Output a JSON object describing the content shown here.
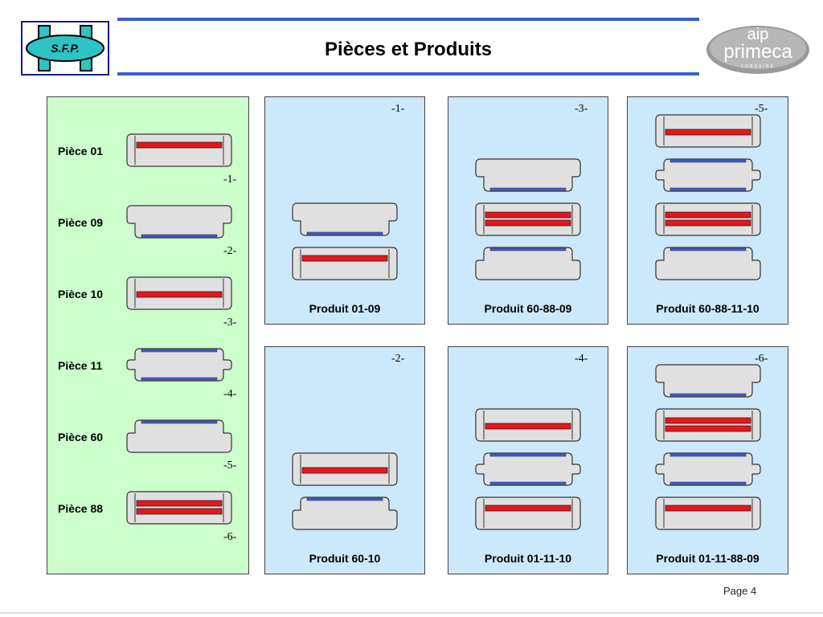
{
  "header": {
    "title": "Pièces et Produits",
    "left_logo_text": "S.F.P.",
    "right_logo_top": "aip",
    "right_logo_mid": "primeca",
    "right_logo_bottom": "LORRAINE"
  },
  "pieces": [
    {
      "label": "Pièce 01",
      "number": "-1-",
      "type": "p01"
    },
    {
      "label": "Pièce 09",
      "number": "-2-",
      "type": "p09"
    },
    {
      "label": "Pièce 10",
      "number": "-3-",
      "type": "p10"
    },
    {
      "label": "Pièce 11",
      "number": "-4-",
      "type": "p11"
    },
    {
      "label": "Pièce 60",
      "number": "-5-",
      "type": "p60"
    },
    {
      "label": "Pièce 88",
      "number": "-6-",
      "type": "p88"
    }
  ],
  "products": [
    {
      "number": "-1-",
      "label": "Produit  01-09",
      "stack": [
        "p09",
        "p01"
      ]
    },
    {
      "number": "-3-",
      "label": "Produit  60-88-09",
      "stack": [
        "p09",
        "p88",
        "p60"
      ]
    },
    {
      "number": "-5-",
      "label": "Produit  60-88-11-10",
      "stack": [
        "p10",
        "p11",
        "p88",
        "p60"
      ]
    },
    {
      "number": "-2-",
      "label": "Produit  60-10",
      "stack": [
        "p10",
        "p60"
      ]
    },
    {
      "number": "-4-",
      "label": "Produit  01-11-10",
      "stack": [
        "p10",
        "p11",
        "p01"
      ]
    },
    {
      "number": "-6-",
      "label": "Produit  01-11-88-09",
      "stack": [
        "p09",
        "p88",
        "p11",
        "p01"
      ]
    }
  ],
  "colors": {
    "green_panel": "#ccffcc",
    "blue_panel": "#cce8fb",
    "piece_fill": "#e0e0e0",
    "red_bar": "#e8161b",
    "blue_strip": "#4060e0",
    "header_rule": "#3a5fcd"
  },
  "footer": {
    "page": "Page 4"
  }
}
